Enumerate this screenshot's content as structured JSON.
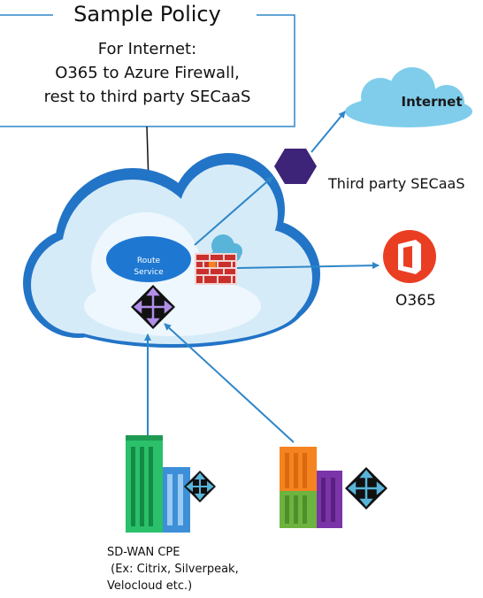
{
  "policy": {
    "title": "Sample Policy",
    "lines": [
      "For Internet:",
      "O365 to Azure Firewall,",
      "rest to third party SECaaS"
    ]
  },
  "nodes": {
    "internet": "Internet",
    "secaas": "Third party SECaaS",
    "o365": "O365",
    "route_service": [
      "Route",
      "Service"
    ],
    "sdwan": [
      "SD-WAN CPE",
      " (Ex: Citrix, Silverpeak,",
      "Velocloud etc.)"
    ]
  },
  "colors": {
    "arrow": "#2E86C8",
    "cloud_outline": "#2274C7",
    "cloud_inner": "#D6EBF8",
    "internet_cloud": "#7FCDEB",
    "route_service": "#1E78D2",
    "hexagon": "#3D2478",
    "o365": "#EA3E23",
    "building_green": "#2BC06A",
    "building_blue": "#3D8FD8",
    "building_orange": "#F5831F",
    "building_purple": "#7B35A8"
  }
}
